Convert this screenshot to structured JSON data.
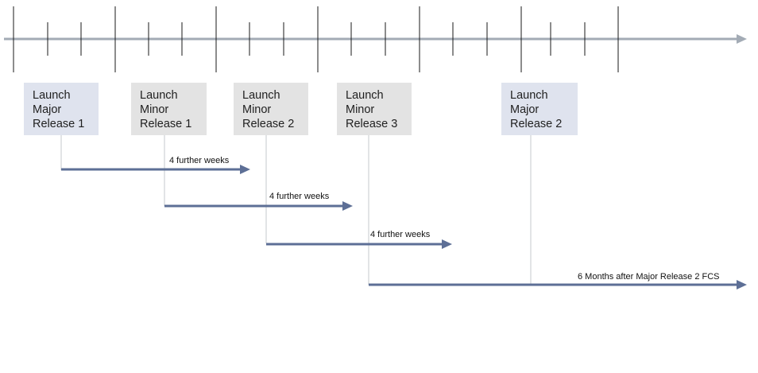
{
  "colors": {
    "axis": "#a3abb5",
    "arrow": "#5d6f96",
    "guide": "#c4c8ce",
    "tick": "#1a1a1a",
    "major_box": "#dfe3ee",
    "minor_box": "#e3e3e3"
  },
  "milestones": [
    {
      "kind": "major",
      "lines": [
        "Launch",
        "Major",
        "Release 1"
      ]
    },
    {
      "kind": "minor",
      "lines": [
        "Launch",
        "Minor",
        "Release 1"
      ]
    },
    {
      "kind": "minor",
      "lines": [
        "Launch",
        "Minor",
        "Release 2"
      ]
    },
    {
      "kind": "minor",
      "lines": [
        "Launch",
        "Minor",
        "Release 3"
      ]
    },
    {
      "kind": "major",
      "lines": [
        "Launch",
        "Major",
        "Release 2"
      ]
    }
  ],
  "intervals": [
    {
      "label": "4 further weeks"
    },
    {
      "label": "4 further weeks"
    },
    {
      "label": "4 further weeks"
    },
    {
      "label": "6 Months after Major Release 2 FCS"
    }
  ]
}
